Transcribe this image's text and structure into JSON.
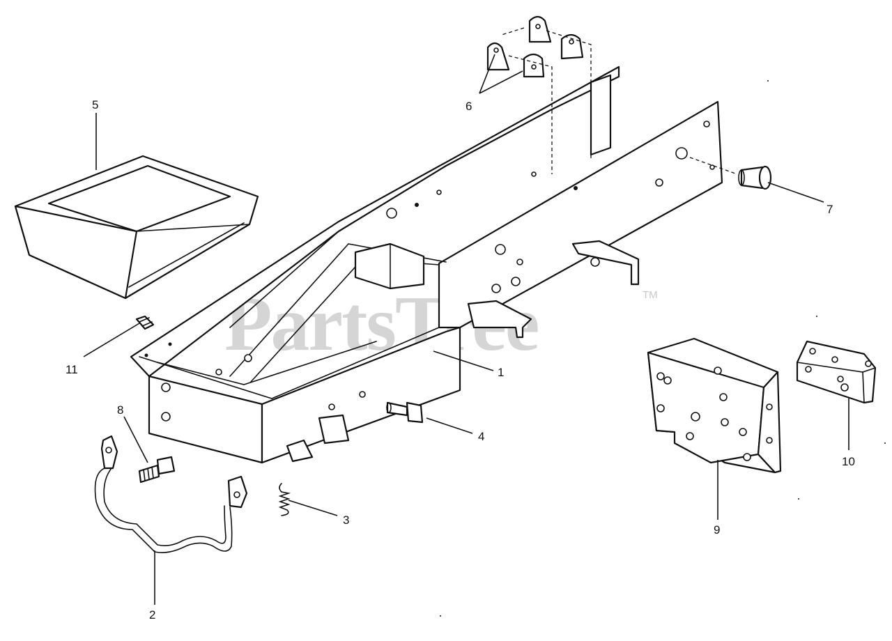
{
  "watermark": {
    "brand": "PartsTree",
    "trademark": "TM"
  },
  "callouts": {
    "c1": "1",
    "c2": "2",
    "c3": "3",
    "c4": "4",
    "c5": "5",
    "c6": "6",
    "c7": "7",
    "c8": "8",
    "c9": "9",
    "c10": "10",
    "c11": "11"
  },
  "icons": [
    "frame",
    "seat-pan",
    "axle-bracket",
    "spring",
    "bolt",
    "bushing",
    "hitch-plate",
    "rear-bracket",
    "clip"
  ]
}
